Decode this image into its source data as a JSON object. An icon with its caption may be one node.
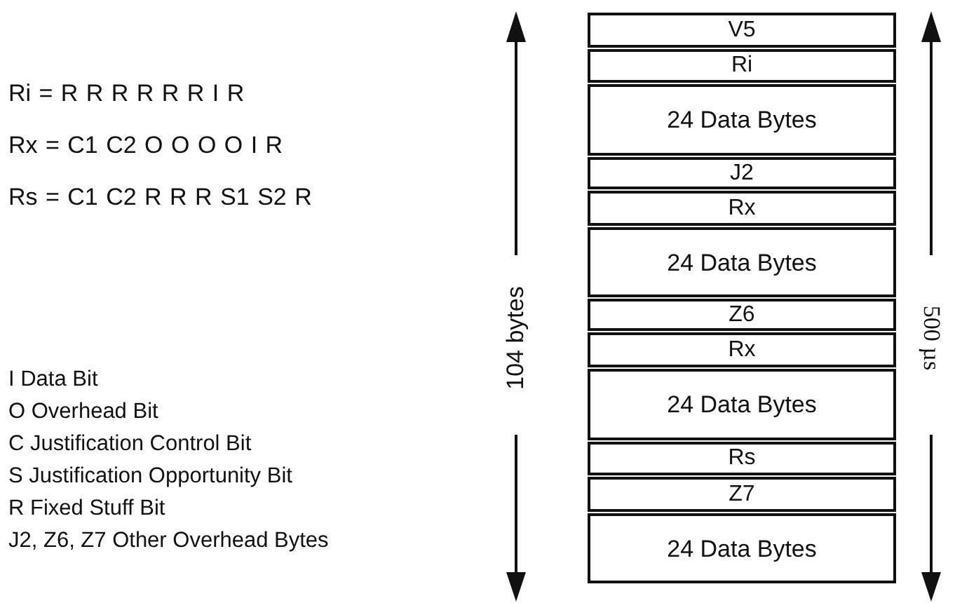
{
  "diagram": {
    "nodes": [
      {
        "text": [
          "V5"
        ]
      },
      {
        "text": [
          "Ri"
        ]
      },
      {
        "text": [
          "24 Data Bytes"
        ]
      },
      {
        "text": [
          "J2"
        ]
      },
      {
        "text": [
          "Rx"
        ]
      },
      {
        "text": [
          "24 Data Bytes"
        ]
      },
      {
        "text": [
          "Z6"
        ]
      },
      {
        "text": [
          "Rx"
        ]
      },
      {
        "text": [
          "24 Data Bytes"
        ]
      },
      {
        "text": [
          "Rs"
        ]
      },
      {
        "text": [
          "Z7"
        ]
      },
      {
        "text": [
          "24 Data Bytes"
        ]
      }
    ],
    "labels": [
      "Ri = R R R R R R I R",
      "Rx = C1 C2 O O O O I R",
      "Rs = C1 C2 R R R S1 S2 R",
      "104 bytes",
      "500 µs",
      "I Data Bit",
      "O Overhead Bit",
      "C Justification Control Bit",
      "S Justification Opportunity Bit",
      "R Fixed Stuff Bit",
      "J2, Z6, Z7 Other Overhead Bytes"
    ]
  }
}
